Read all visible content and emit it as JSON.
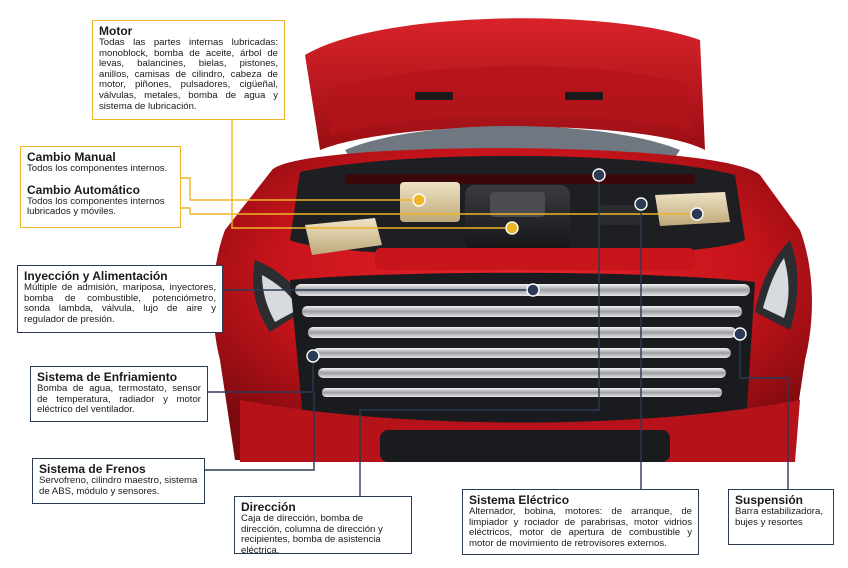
{
  "colors": {
    "car_red": "#c8141b",
    "yellow_accent": "#f0b429",
    "navy_accent": "#2b3a55"
  },
  "labels": {
    "motor": {
      "title": "Motor",
      "body": "Todas las partes internas lubricadas: monoblock, bomba de aceite, árbol de levas, balancines, bielas, pistones, anillos, camisas de cilindro, cabeza de motor, piñones, pulsadores, cigüeñal, válvulas, metales, bomba de agua y sistema de lubricación."
    },
    "cambio_manual": {
      "title": "Cambio Manual",
      "body": "Todos los componentes internos."
    },
    "cambio_automatico": {
      "title": "Cambio Automático",
      "body": "Todos los componentes internos lubricados y móviles."
    },
    "inyeccion": {
      "title": "Inyección y Alimentación",
      "body": "Múltiple de admisión, mariposa, inyectores, bomba de combustible, potenciómetro, sonda lambda, válvula, lujo de aire y regulador de presión."
    },
    "enfriamiento": {
      "title": "Sistema de Enfriamiento",
      "body": "Bomba de agua, termostato, sensor de temperatura, radiador y motor eléctrico del ventilador."
    },
    "frenos": {
      "title": "Sistema de Frenos",
      "body": "Servofreno, cilindro maestro, sistema de ABS, módulo y sensores."
    },
    "direccion": {
      "title": "Dirección",
      "body": "Caja de dirección, bomba de dirección, columna de dirección y recipientes, bomba de asistencia eléctrica."
    },
    "electrico": {
      "title": "Sistema Eléctrico",
      "body": "Alternador, bobina, motores: de arranque, de limpiador y rociador de parabrisas, motor vidrios eléctricos, motor de apertura de combustible y motor de movimiento de retrovisores externos."
    },
    "suspension": {
      "title": "Suspensión",
      "body": "Barra estabilizadora, bujes y resortes"
    }
  }
}
